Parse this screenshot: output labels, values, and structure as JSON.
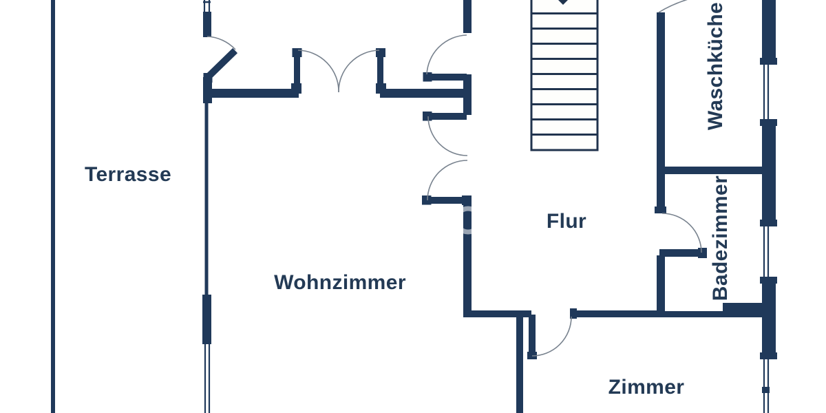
{
  "theme": {
    "background": "#ffffff",
    "wall_color": "#20395a",
    "text_color": "#233a55",
    "door_arc_color": "#78828e",
    "stair_line_color": "#20334d",
    "stair_fill": "#fefefc",
    "watermark_color": "rgba(255,255,255,0.55)"
  },
  "rooms": {
    "terrasse": {
      "label": "Terrasse"
    },
    "wohnzimmer": {
      "label": "Wohnzimmer"
    },
    "flur": {
      "label": "Flur"
    },
    "waschkueche": {
      "label": "Waschküche"
    },
    "badezimmer": {
      "label": "Badezimmer"
    },
    "zimmer": {
      "label": "Zimmer"
    }
  },
  "stairs": {
    "visible_treads": 10
  }
}
